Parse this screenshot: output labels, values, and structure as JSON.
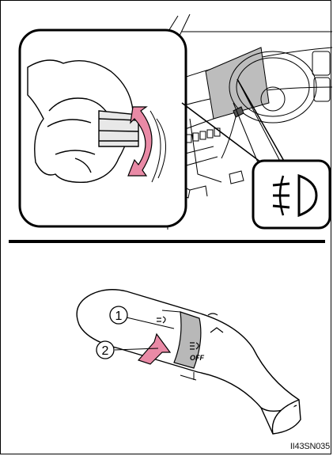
{
  "figure_code": "II43SN035",
  "icons": {
    "front_fog_symbol": "front-fog-light-icon"
  },
  "lever_labels": {
    "callout_1": "1",
    "callout_2": "2",
    "off_label": "OFF"
  },
  "colors": {
    "arrow_pink": "#e98aa6",
    "band_gray": "#b8b8b8"
  }
}
